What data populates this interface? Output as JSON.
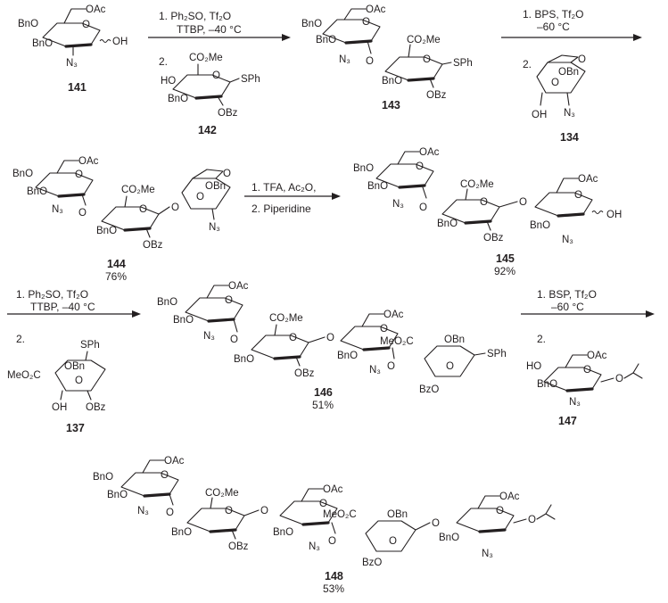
{
  "reactions": [
    {
      "id": "r1",
      "lines": [
        "1. Ph₂SO, Tf₂O",
        "TTBP, –40 °C",
        "2."
      ]
    },
    {
      "id": "r2",
      "lines": [
        "1. BPS, Tf₂O",
        "–60 °C",
        "2."
      ]
    },
    {
      "id": "r3",
      "lines": [
        "1. TFA, Ac₂O,",
        "2. Piperidine"
      ]
    },
    {
      "id": "r4",
      "lines": [
        "1. Ph₂SO, Tf₂O",
        "TTBP, –40 °C",
        "2."
      ]
    },
    {
      "id": "r5",
      "lines": [
        "1. BSP, Tf₂O",
        "–60 °C",
        "2."
      ]
    }
  ],
  "compounds": {
    "c141": {
      "id": "141",
      "yield": ""
    },
    "c142": {
      "id": "142",
      "yield": ""
    },
    "c143": {
      "id": "143",
      "yield": ""
    },
    "c134": {
      "id": "134",
      "yield": ""
    },
    "c144": {
      "id": "144",
      "yield": "76%"
    },
    "c145": {
      "id": "145",
      "yield": "92%"
    },
    "c146": {
      "id": "146",
      "yield": "51%"
    },
    "c137": {
      "id": "137",
      "yield": ""
    },
    "c147": {
      "id": "147",
      "yield": ""
    },
    "c148": {
      "id": "148",
      "yield": "53%"
    }
  },
  "atom_labels": {
    "OAc": "OAc",
    "BnO": "BnO",
    "N3": "N₃",
    "OH": "OH",
    "O": "O",
    "CO2Me": "CO₂Me",
    "MeO2C": "MeO₂C",
    "HO": "HO",
    "SPh": "SPh",
    "OBz": "OBz",
    "BzO": "BzO",
    "OBn": "OBn"
  }
}
